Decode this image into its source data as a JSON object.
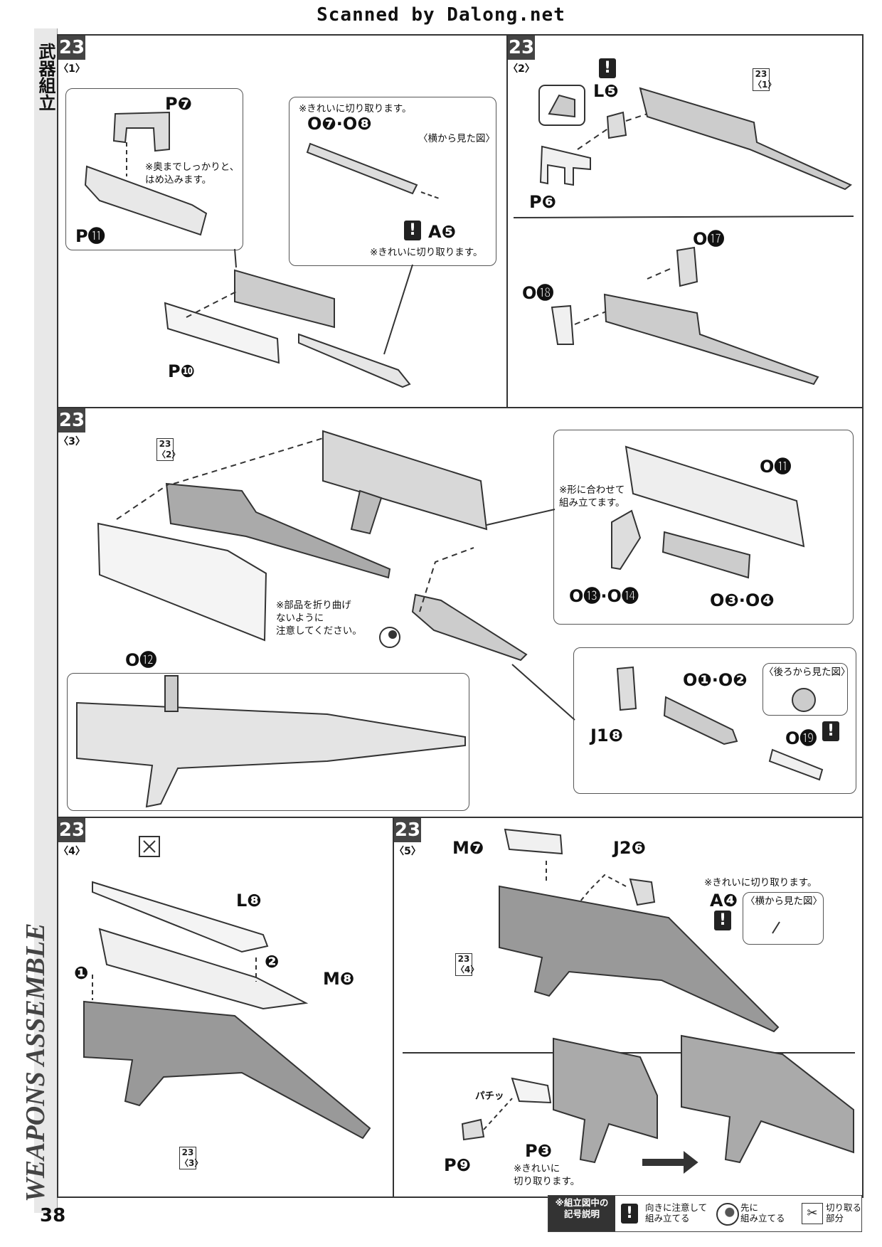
{
  "header": {
    "scanned": "Scanned by Dalong.net"
  },
  "sidebar": {
    "title_ja": "武器組立",
    "title_en": "WEAPONS ASSEMBLE",
    "page_number": "38"
  },
  "panels": {
    "p1": {
      "step": "23",
      "sub": "〈1〉",
      "labels": {
        "p7": "P❼",
        "p11": "P⓫",
        "p10": "P❿",
        "o7o8": "O❼·O❽",
        "a5": "A❺"
      },
      "notes": {
        "press": "※奥までしっかりと、\nはめ込みます。",
        "cut1": "※きれいに切り取ります。",
        "side_view": "〈横から見た図〉",
        "cut2": "※きれいに切り取ります。"
      }
    },
    "p2": {
      "step": "23",
      "sub": "〈2〉",
      "labels": {
        "l5": "L❺",
        "p6": "P❻",
        "o17": "O⓱",
        "o18": "O⓲"
      },
      "ref": {
        "step": "23",
        "sub": "〈1〉"
      }
    },
    "p3": {
      "step": "23",
      "sub": "〈3〉",
      "labels": {
        "o11": "O⓫",
        "o12": "O⓬",
        "o13o14": "O⓭·O⓮",
        "o3o4": "O❸·O❹",
        "o1o2": "O❶·O❷",
        "j18": "J1❽",
        "o19": "O⓳"
      },
      "notes": {
        "shape": "※形に合わせて\n組み立てます。",
        "bend": "※部品を折り曲げ\nないように\n注意してください。",
        "back_view": "〈後ろから見た図〉"
      },
      "ref": {
        "step": "23",
        "sub": "〈2〉"
      }
    },
    "p4": {
      "step": "23",
      "sub": "〈4〉",
      "labels": {
        "l8": "L❽",
        "m8": "M❽",
        "n1": "❶",
        "n2": "❷"
      },
      "ref": {
        "step": "23",
        "sub": "〈3〉"
      }
    },
    "p5": {
      "step": "23",
      "sub": "〈5〉",
      "labels": {
        "m7": "M❼",
        "j26": "J2❻",
        "a4": "A❹",
        "p9": "P❾",
        "p3": "P❸",
        "snap": "パチッ"
      },
      "notes": {
        "cut": "※きれいに切り取ります。",
        "side_view": "〈横から見た図〉",
        "cut2": "※きれいに\n切り取ります。"
      },
      "ref": {
        "step": "23",
        "sub": "〈4〉"
      }
    }
  },
  "legend": {
    "head": "※組立図中の\n記号説明",
    "warn": "向きに注意して\n組み立てる",
    "first": "先に\n組み立てる",
    "cut": "切り取る\n部分"
  },
  "icons": {
    "warning": "exclamation-icon",
    "circle": "assemble-first-icon",
    "cutter": "nipper-icon"
  }
}
